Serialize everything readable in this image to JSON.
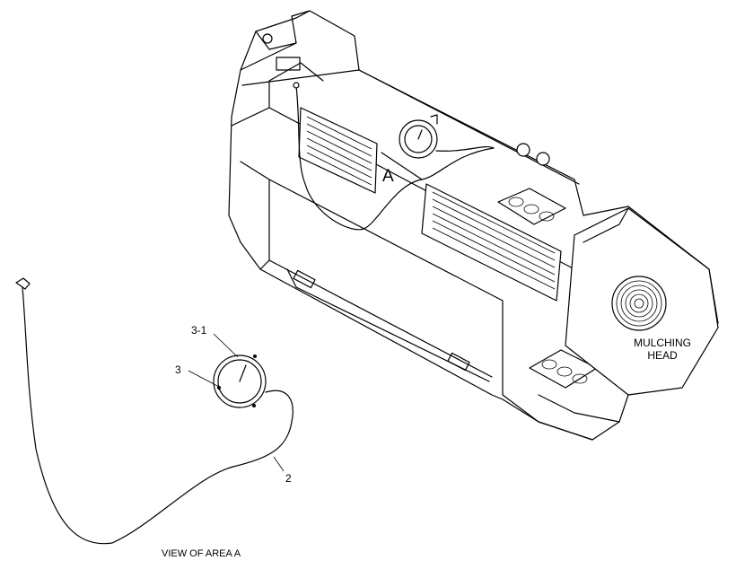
{
  "callouts": {
    "area": "A",
    "gauge_assembly": "3-1",
    "gauge": "3",
    "line": "2"
  },
  "head_label": {
    "line1": "MULCHING",
    "line2": "HEAD"
  },
  "caption": "VIEW OF AREA  A"
}
